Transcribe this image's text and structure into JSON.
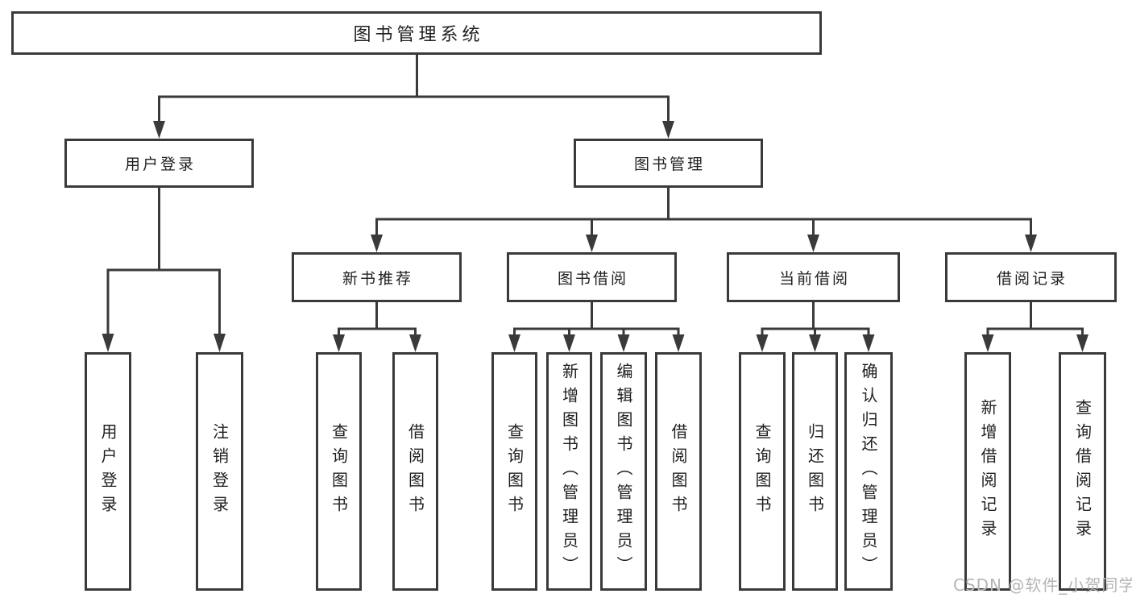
{
  "tree": {
    "label": "图书管理系统",
    "children": [
      {
        "label": "用户登录",
        "children": [
          {
            "label": "用户登录"
          },
          {
            "label": "注销登录"
          }
        ]
      },
      {
        "label": "图书管理",
        "children": [
          {
            "label": "新书推荐",
            "children": [
              {
                "label": "查询图书"
              },
              {
                "label": "借阅图书"
              }
            ]
          },
          {
            "label": "图书借阅",
            "children": [
              {
                "label": "查询图书"
              },
              {
                "label": "新增图书（管理员）"
              },
              {
                "label": "编辑图书（管理员）"
              },
              {
                "label": "借阅图书"
              }
            ]
          },
          {
            "label": "当前借阅",
            "children": [
              {
                "label": "查询图书"
              },
              {
                "label": "归还图书"
              },
              {
                "label": "确认归还（管理员）"
              }
            ]
          },
          {
            "label": "借阅记录",
            "children": [
              {
                "label": "新增借阅记录"
              },
              {
                "label": "查询借阅记录"
              }
            ]
          }
        ]
      }
    ]
  },
  "watermark": {
    "text": "CSDN @软件_小贺同学"
  },
  "colors": {
    "line": "#3a3a3a",
    "text": "#1f1f1f",
    "background": "#ffffff",
    "watermark": "#b5b5b5"
  }
}
